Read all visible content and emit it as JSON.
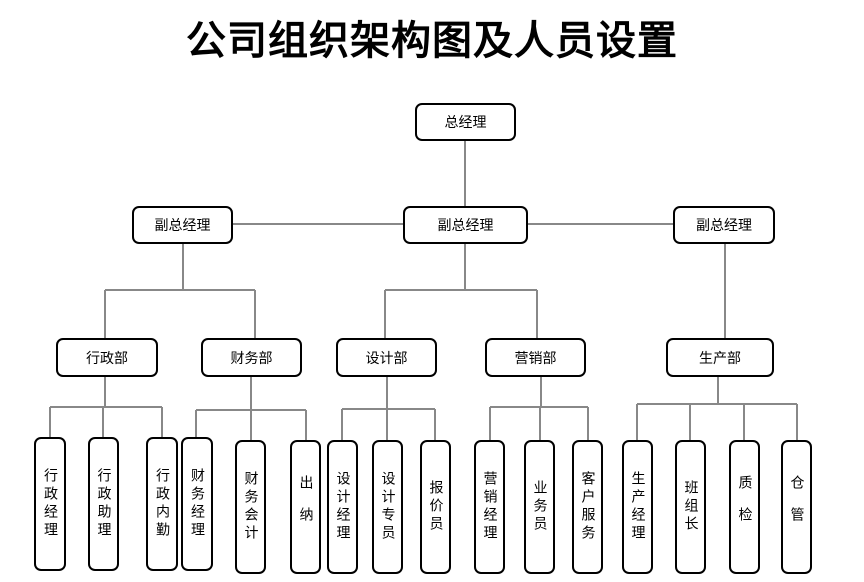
{
  "title": "公司组织架构图及人员设置",
  "general_manager": "总经理",
  "vice_left": "副总经理",
  "vice_center": "副总经理",
  "vice_right": "副总经理",
  "departments": {
    "admin": "行政部",
    "finance": "财务部",
    "design": "设计部",
    "marketing": "营销部",
    "production": "生产部"
  },
  "staff": {
    "admin": [
      "行政经理",
      "行政助理",
      "行政内勤"
    ],
    "finance": [
      "财务经理",
      "财务会计",
      "出纳"
    ],
    "design": [
      "设计经理",
      "设计专员",
      "报价员"
    ],
    "marketing": [
      "营销经理",
      "业务员",
      "客户服务"
    ],
    "production": [
      "生产经理",
      "班组长",
      "质检",
      "仓管"
    ]
  }
}
